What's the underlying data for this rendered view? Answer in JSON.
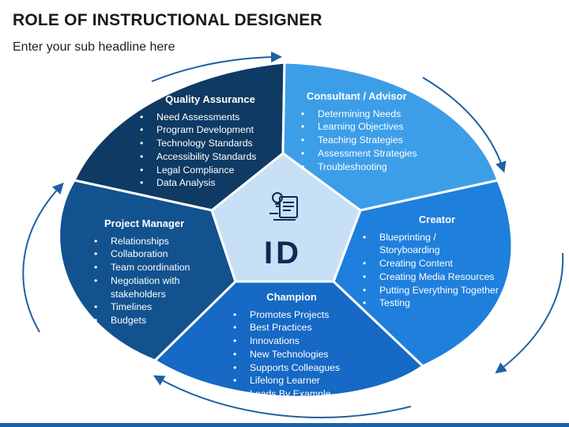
{
  "header": {
    "title": "ROLE OF INSTRUCTIONAL DESIGNER",
    "subtitle": "Enter your sub headline here"
  },
  "center": {
    "label": "ID",
    "icon": "lightbulb-document-icon"
  },
  "segments": [
    {
      "title": "Quality Assurance",
      "items": [
        "Need Assessments",
        "Program Development",
        "Technology Standards",
        "Accessibility Standards",
        "Legal Compliance",
        "Data Analysis"
      ],
      "color": "#0e3a63"
    },
    {
      "title": "Consultant / Advisor",
      "items": [
        "Determining Needs",
        "Learning Objectives",
        "Teaching Strategies",
        "Assessment Strategies",
        "Troubleshooting"
      ],
      "color": "#3d9ee8"
    },
    {
      "title": "Creator",
      "items": [
        "Blueprinting / Storyboarding",
        "Creating Content",
        "Creating Media Resources",
        "Putting Everything Together",
        "Testing"
      ],
      "color": "#1f7fdc"
    },
    {
      "title": "Champion",
      "items": [
        "Promotes Projects",
        "Best Practices",
        "Innovations",
        "New Technologies",
        "Supports Colleagues",
        "Lifelong Learner",
        "Leads By Example"
      ],
      "color": "#1669c4"
    },
    {
      "title": "Project Manager",
      "items": [
        "Relationships",
        "Collaboration",
        "Team coordination",
        "Negotiation with stakeholders",
        "Timelines",
        "Budgets"
      ],
      "color": "#12528f"
    }
  ],
  "colors": {
    "pentagon": "#c7e0f6",
    "outline": "#ffffff",
    "arrow": "#1f5fa5",
    "icon": "#0c2c54"
  }
}
